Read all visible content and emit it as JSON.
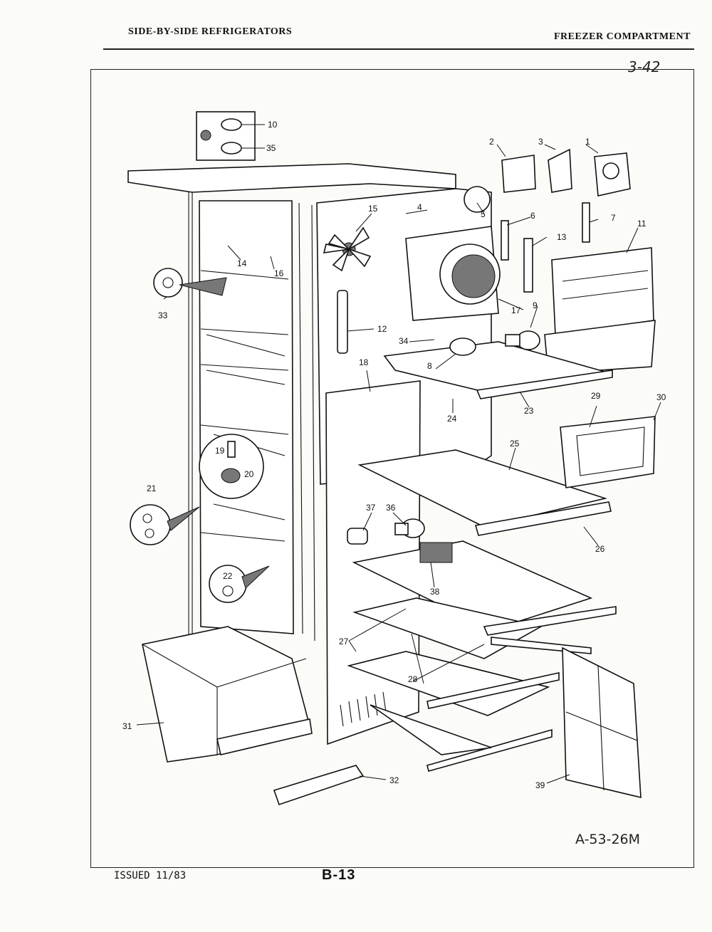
{
  "header": {
    "left_title": "SIDE-BY-SIDE REFRIGERATORS",
    "right_title": "FREEZER COMPARTMENT",
    "page_ref": "3-42"
  },
  "diagram": {
    "drawing_number": "A-53-26M",
    "callout_numbers": [
      "1",
      "2",
      "3",
      "4",
      "5",
      "6",
      "7",
      "8",
      "9",
      "10",
      "11",
      "12",
      "13",
      "14",
      "15",
      "16",
      "17",
      "18",
      "19",
      "20",
      "21",
      "22",
      "23",
      "24",
      "25",
      "26",
      "27",
      "28",
      "29",
      "30",
      "31",
      "32",
      "33",
      "34",
      "35",
      "36",
      "37",
      "38",
      "39"
    ]
  },
  "footer": {
    "issued": "ISSUED 11/83",
    "page_number": "B-13"
  }
}
